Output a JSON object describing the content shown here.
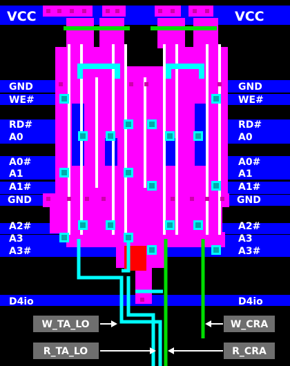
{
  "colors": {
    "metal": "#0000ff",
    "diffusion": "#ff00ff",
    "diffusion_dark": "#cc00aa",
    "poly": "#ff0000",
    "metal2": "#00ffff",
    "via": "#00aaaa",
    "green_wire": "#00dd00",
    "white_wire": "#ffffff",
    "tag_bg": "#6e6e6e"
  },
  "vcc": {
    "left": "VCC",
    "right": "VCC"
  },
  "rails": [
    {
      "id": "gnd-top",
      "left": "GND",
      "right": "GND"
    },
    {
      "id": "we",
      "left": "WE#",
      "right": "WE#"
    },
    {
      "id": "rd",
      "left": "RD#",
      "right": "RD#"
    },
    {
      "id": "a0",
      "left": "A0",
      "right": "A0"
    },
    {
      "id": "a0n",
      "left": "A0#",
      "right": "A0#"
    },
    {
      "id": "a1",
      "left": "A1",
      "right": "A1"
    },
    {
      "id": "a1n",
      "left": "A1#",
      "right": "A1#"
    },
    {
      "id": "gnd-mid",
      "left": "GND",
      "right": "GND"
    },
    {
      "id": "a2n",
      "left": "A2#",
      "right": "A2#"
    },
    {
      "id": "a3",
      "left": "A3",
      "right": "A3"
    },
    {
      "id": "a3n",
      "left": "A3#",
      "right": "A3#"
    },
    {
      "id": "d4io",
      "left": "D4io",
      "right": "D4io"
    }
  ],
  "tags": [
    {
      "id": "w-ta-lo",
      "label": "W_TA_LO"
    },
    {
      "id": "w-cra",
      "label": "W_CRA"
    },
    {
      "id": "r-ta-lo",
      "label": "R_TA_LO"
    },
    {
      "id": "r-cra",
      "label": "R_CRA"
    }
  ]
}
